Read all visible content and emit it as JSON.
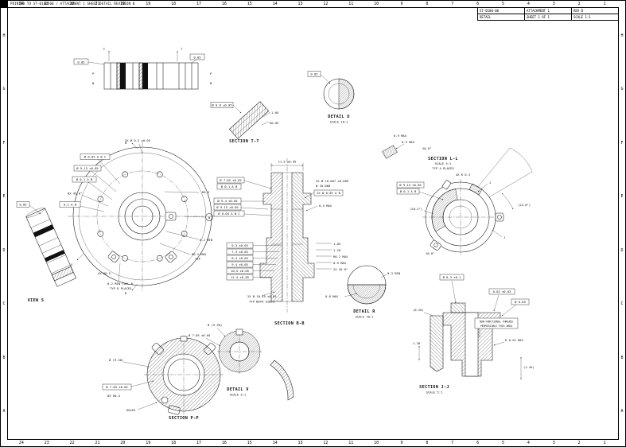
{
  "colors": {
    "ink": "#111111",
    "paper": "#ffffff"
  },
  "sheet": {
    "note": "PRINTED TO ST-0100-00 / ATTACHMENT 1 SHEET DETAIL REVISION B",
    "grid_cols": [
      "24",
      "23",
      "22",
      "21",
      "20",
      "19",
      "18",
      "17",
      "16",
      "15",
      "14",
      "13",
      "12",
      "11",
      "10",
      "9",
      "8",
      "7",
      "6",
      "5",
      "4",
      "3",
      "2",
      "1"
    ],
    "grid_rows": [
      "H",
      "G",
      "F",
      "E",
      "D",
      "C",
      "B",
      "A"
    ]
  },
  "title_block": {
    "doc": "ST-0100-00",
    "attachment": "ATTACHMENT 1",
    "type": "DETAIL",
    "rev": "REV B",
    "sheet": "SHEET 1 OF 1",
    "scale": "SCALE 1:1"
  },
  "labels": {
    "section_tt": "SECTION T-T",
    "detail_u": "DETAIL U",
    "detail_u_scale": "SCALE 10:1",
    "view_s": "VIEW S",
    "section_bb": "SECTION B-B",
    "section_ll": "SECTION L-L",
    "section_ll_scale": "SCALE 5:1",
    "section_ll_typ": "TYP 4 PLACES",
    "detail_r": "DETAIL R",
    "detail_r_scale": "SCALE 10:1",
    "section_jj": "SECTION J-J",
    "section_jj_scale": "SCALE 5:1",
    "section_pp": "SECTION P-P",
    "detail_v": "DETAIL V",
    "detail_v_scale": "SCALE 5:1"
  },
  "dims": [
    "0.05",
    "0.05",
    "T",
    "T",
    "P",
    "N",
    "P",
    "N",
    "Ø 0.8 ±0.05",
    "1.05",
    "R0.05",
    "0.05",
    "2X Ø 0.2 ±0.05",
    "Ø 0.05 A B C",
    "Ø 9.15 ±0.05",
    "Ø 0.1 A B",
    "8X 45.0°",
    "0.1 A B",
    "R0.3",
    "B",
    "0.2 MIN",
    "R0.2 MAX",
    "TYP",
    "0.2 MIN FULL R",
    "TYP 8 PLACES",
    "4X R0.5",
    "0.05",
    "11.5 ±0.05",
    "Ø 9.4 ±0.05",
    "Ø 9.15 ±0.05",
    "Ø 0.05 A B C",
    "2X Ø 10.007 ±0.009",
    "Ø 10.060",
    "2X Ø 0.05 A B",
    "0.3 ±0.05",
    "7.3 ±0.05",
    "8.4 ±0.05",
    "9.4 ±0.05",
    "10.5 ±0.05",
    "11.4 ±0.05",
    "1.05",
    "1.20",
    "R0.2 MAX",
    "0.9 MAX",
    "2X 45.0°",
    "2X Ø 10.45 ±0.05",
    "TYP BOTH SIDES",
    "0.5 MAX",
    "Ø 7.05 ±0.05",
    "Ø 0.1 A B",
    "0.5 MAX",
    "0.9 MAX",
    "20.0°",
    "4X R 0.3",
    "Ø 9.15 ±0.05",
    "Ø 0.1 A B",
    "(20.2°)",
    "(24.0°)",
    "J",
    "J",
    "10.0°",
    "0.8 MAX",
    "0.3 MIN",
    "Ø 0.3 ±0.1",
    "0.03 ±0.03",
    "Ø 0.05",
    "NON-FUNCTIONAL THREADS",
    "PERMISSIBLE THIS AREA",
    "R 0.25 MAX",
    "(1.45)",
    "(0.20)",
    "1.28",
    "Ø (9.30)",
    "Ø 7.05 ±0.05",
    "8X R0.3",
    "HOLES",
    "Ø (9.30)",
    "Ø 7.05 ±0.05",
    "B",
    "B",
    "S"
  ]
}
